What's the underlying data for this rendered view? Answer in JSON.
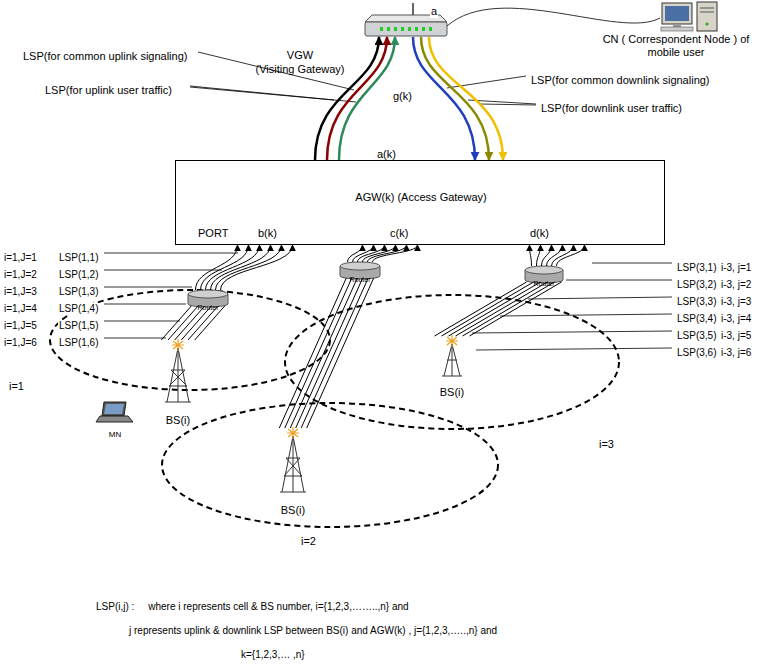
{
  "diagram": {
    "nodes": [
      {
        "text": [
          "CN ( Correspondent Node ) of mobile user"
        ]
      },
      {
        "text": [
          "VGW",
          "(Visiting Gateway)"
        ]
      },
      {
        "text": [
          "AGW(k) (Access Gateway)",
          "PORT",
          "b(k)",
          "c(k)",
          "d(k)"
        ]
      },
      {
        "text": [
          "Router"
        ]
      },
      {
        "text": [
          "Router"
        ]
      },
      {
        "text": [
          "Router"
        ]
      },
      {
        "text": [
          "BS(i)"
        ]
      },
      {
        "text": [
          "BS(i)"
        ]
      },
      {
        "text": [
          "BS(i)"
        ]
      },
      {
        "text": [
          "MN"
        ]
      }
    ],
    "edges": [
      {
        "from": 0,
        "to": 1,
        "arrow": "none"
      },
      {
        "from": 2,
        "to": 1,
        "arrow": "to"
      },
      {
        "from": 2,
        "to": 1,
        "arrow": "to"
      },
      {
        "from": 2,
        "to": 1,
        "arrow": "to"
      },
      {
        "from": 1,
        "to": 2,
        "arrow": "to"
      },
      {
        "from": 1,
        "to": 2,
        "arrow": "to"
      },
      {
        "from": 1,
        "to": 2,
        "arrow": "to"
      },
      {
        "from": 6,
        "to": 3,
        "arrow": "none"
      },
      {
        "from": 3,
        "to": 2,
        "arrow": "to"
      },
      {
        "from": 7,
        "to": 4,
        "arrow": "none"
      },
      {
        "from": 4,
        "to": 2,
        "arrow": "to"
      },
      {
        "from": 8,
        "to": 5,
        "arrow": "none"
      },
      {
        "from": 5,
        "to": 2,
        "arrow": "to"
      }
    ],
    "labels": [
      "a",
      "LSP(for common uplink signaling)",
      "LSP(for uplink user traffic)",
      "LSP(for common downlink signaling)",
      "LSP(for downlink user traffic)",
      "g(k)",
      "a(k)",
      "i=1,J=1",
      "i=1,J=2",
      "i=1,J=3",
      "i=1,J=4",
      "i=1,J=5",
      "i=1,J=6",
      "LSP(1,1)",
      "LSP(1,2)",
      "LSP(1,3)",
      "LSP(1,4)",
      "LSP(1,5)",
      "LSP(1,6)",
      "LSP(3,1)",
      "LSP(3,2)",
      "LSP(3,3)",
      "LSP(3,4)",
      "LSP(3,5)",
      "LSP(3,6)",
      "i-3, j=1",
      "i-3, j=2",
      "i-3, j=3",
      "i-3, j=4",
      "i-3, j=5",
      "i-3, j=6",
      "i=1",
      "i=2",
      "i=3",
      "LSP(i,j) :     where i represents cell & BS number, i={1,2,3,……..,n} and",
      "j represents uplink & downlink LSP between BS(i) and AGW(k) , j={1,2,3,…..,n} and",
      "k={1,2,3,… ,n}"
    ]
  }
}
